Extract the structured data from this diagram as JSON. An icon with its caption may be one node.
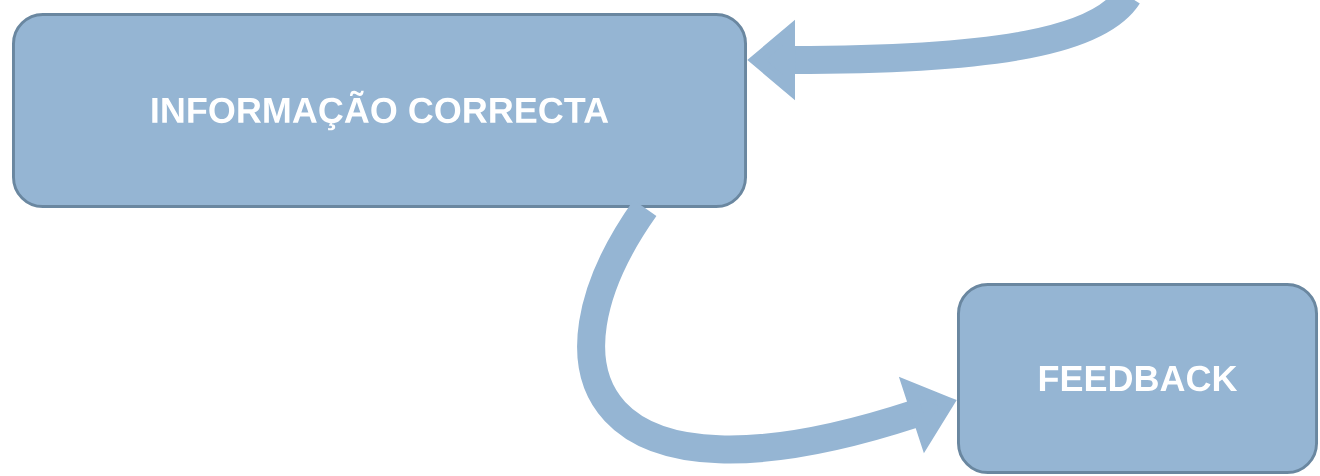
{
  "diagram": {
    "nodes": [
      {
        "text": [
          "INFORMAÇÃO CORRECTA"
        ]
      },
      {
        "text": [
          "FEEDBACK"
        ]
      }
    ],
    "edges": [
      {
        "from": null,
        "to": 0,
        "arrow": "to"
      },
      {
        "from": 0,
        "to": 1,
        "arrow": "to"
      }
    ]
  }
}
